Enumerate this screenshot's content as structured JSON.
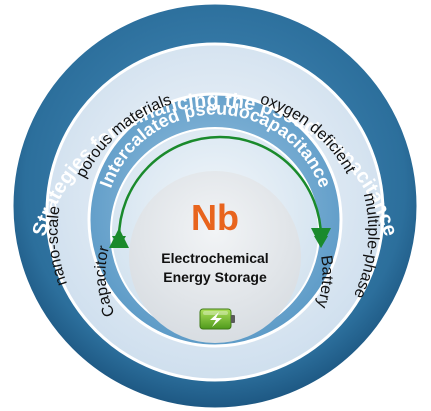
{
  "outer_ring": {
    "title": "Strategies for enhancing the pseudocapacitance"
  },
  "middle_ring": {
    "items": [
      "nano-scale",
      "porous materials",
      "oxygen deficient",
      "multiple-phase"
    ]
  },
  "inner_ring": {
    "title": "Intercalated pseudocapacitance"
  },
  "core_ring": {
    "left_label": "Capacitor",
    "right_label": "Battery"
  },
  "center": {
    "element": "Nb",
    "line1": "Electrochemical",
    "line2": "Energy Storage",
    "icon": "battery-charging-icon"
  },
  "colors": {
    "outer_ring": "#2c6f9c",
    "middle_ring": "#d9e7f3",
    "inner_ring": "#6ea7cf",
    "core_ring": "#dbe8f3",
    "center": "#e6ebf0",
    "nb_orange": "#e8641d",
    "arrow_green": "#1a8a2c",
    "battery_green": "#7dbb2e"
  }
}
